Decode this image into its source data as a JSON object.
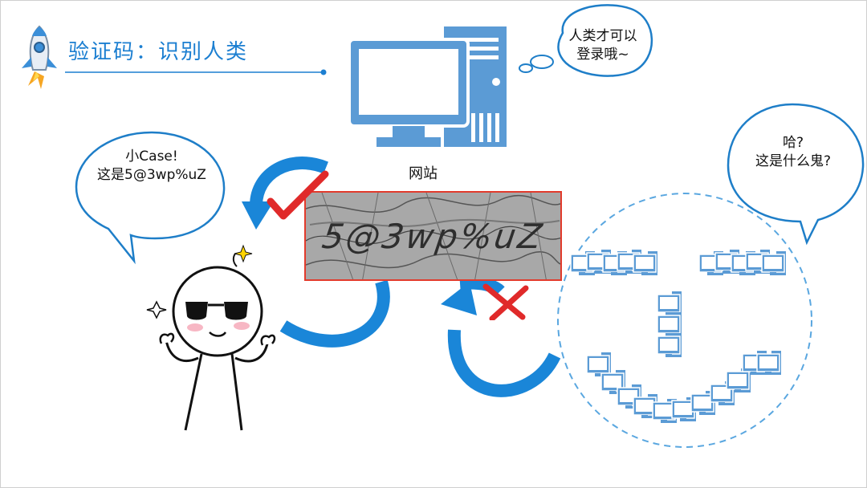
{
  "slide": {
    "title": "验证码：识别人类",
    "site_label": "网站",
    "bubbles": {
      "computer": [
        "人类才可以",
        "登录哦~"
      ],
      "human": [
        "小Case!",
        "这是5@3wp%uZ"
      ],
      "bots": [
        "哈?",
        "这是什么鬼?"
      ]
    },
    "captcha": {
      "text": "5@3wp%uZ"
    }
  },
  "colors": {
    "accent_blue": "#1c7fd1",
    "arrow_blue": "#1a86d8",
    "computer_blue": "#5b9bd5",
    "check_red": "#e02a2a",
    "captcha_border": "#e23b2c"
  },
  "icons": [
    "rocket-icon",
    "desktop-computer-icon",
    "check-icon",
    "cross-icon",
    "sparkle-icon",
    "stick-figure-illustration"
  ]
}
